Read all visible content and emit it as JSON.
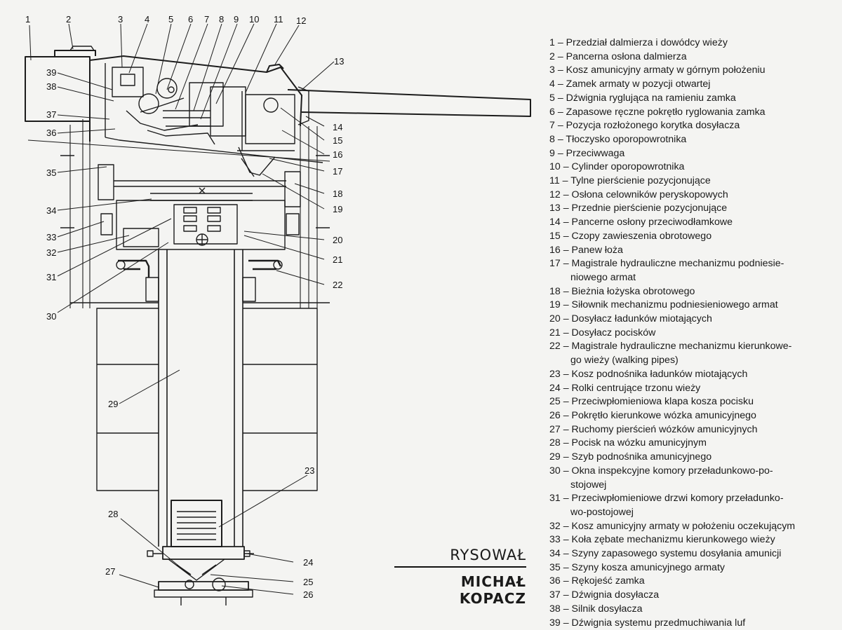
{
  "callout_numbers": [
    "1",
    "2",
    "3",
    "4",
    "5",
    "6",
    "7",
    "8",
    "9",
    "10",
    "11",
    "12",
    "13",
    "14",
    "15",
    "16",
    "17",
    "18",
    "19",
    "20",
    "21",
    "22",
    "23",
    "24",
    "25",
    "26",
    "27",
    "28",
    "29",
    "30",
    "31",
    "32",
    "33",
    "34",
    "35",
    "36",
    "37",
    "38",
    "39"
  ],
  "legend": [
    "1 – Przedział dalmierza i dowódcy wieży",
    "2 – Pancerna osłona dalmierza",
    "3 – Kosz amunicyjny armaty w górnym położeniu",
    "4 – Zamek armaty w pozycji otwartej",
    "5 – Dźwignia ryglująca na ramieniu zamka",
    "6 – Zapasowe ręczne pokrętło ryglowania zamka",
    "7 – Pozycja rozłożonego korytka dosyłacza",
    "8 – Tłoczysko oporopowrotnika",
    "9 – Przeciwwaga",
    "10 – Cylinder oporopowrotnika",
    "11 – Tylne pierścienie pozycjonujące",
    "12 – Osłona celowników peryskopowych",
    "13 – Przednie pierścienie pozycjonujące",
    "14 – Pancerne osłony przeciwodłamkowe",
    "15 – Czopy zawieszenia obrotowego",
    "16 – Panew łoża",
    "17 – Magistrale hydrauliczne mechanizmu podniesie-",
    "niowego armat",
    "18 – Bieżnia łożyska obrotowego",
    "19 – Siłownik mechanizmu podniesieniowego armat",
    "20 – Dosyłacz ładunków miotających",
    "21 – Dosyłacz pocisków",
    "22 – Magistrale hydrauliczne mechanizmu kierunkowe-",
    "go wieży (walking pipes)",
    "23 – Kosz podnośnika ładunków miotających",
    "24 – Rolki centrujące trzonu wieży",
    "25 – Przeciwpłomieniowa klapa kosza pocisku",
    "26 – Pokrętło kierunkowe wózka amunicyjnego",
    "27 – Ruchomy pierścień wózków amunicyjnych",
    "28 – Pocisk na wózku amunicyjnym",
    "29 – Szyb podnośnika amunicyjnego",
    "30 – Okna inspekcyjne komory przeładunkowo-po-",
    "stojowej",
    "31 – Przeciwpłomieniowe drzwi komory przeładunko-",
    "wo-postojowej",
    "32 – Kosz amunicyjny armaty w położeniu oczekującym",
    "33 – Koła zębate mechanizmu kierunkowego wieży",
    "34 – Szyny zapasowego systemu dosyłania amunicji",
    "35 – Szyny kosza amunicyjnego armaty",
    "36 – Rękojeść zamka",
    "37 – Dźwignia dosyłacza",
    "38 – Silnik dosyłacza",
    "39 – Dźwignia systemu przedmuchiwania luf"
  ],
  "credit": {
    "role": "RYSOWAŁ",
    "author": "MICHAŁ KOPACZ"
  }
}
